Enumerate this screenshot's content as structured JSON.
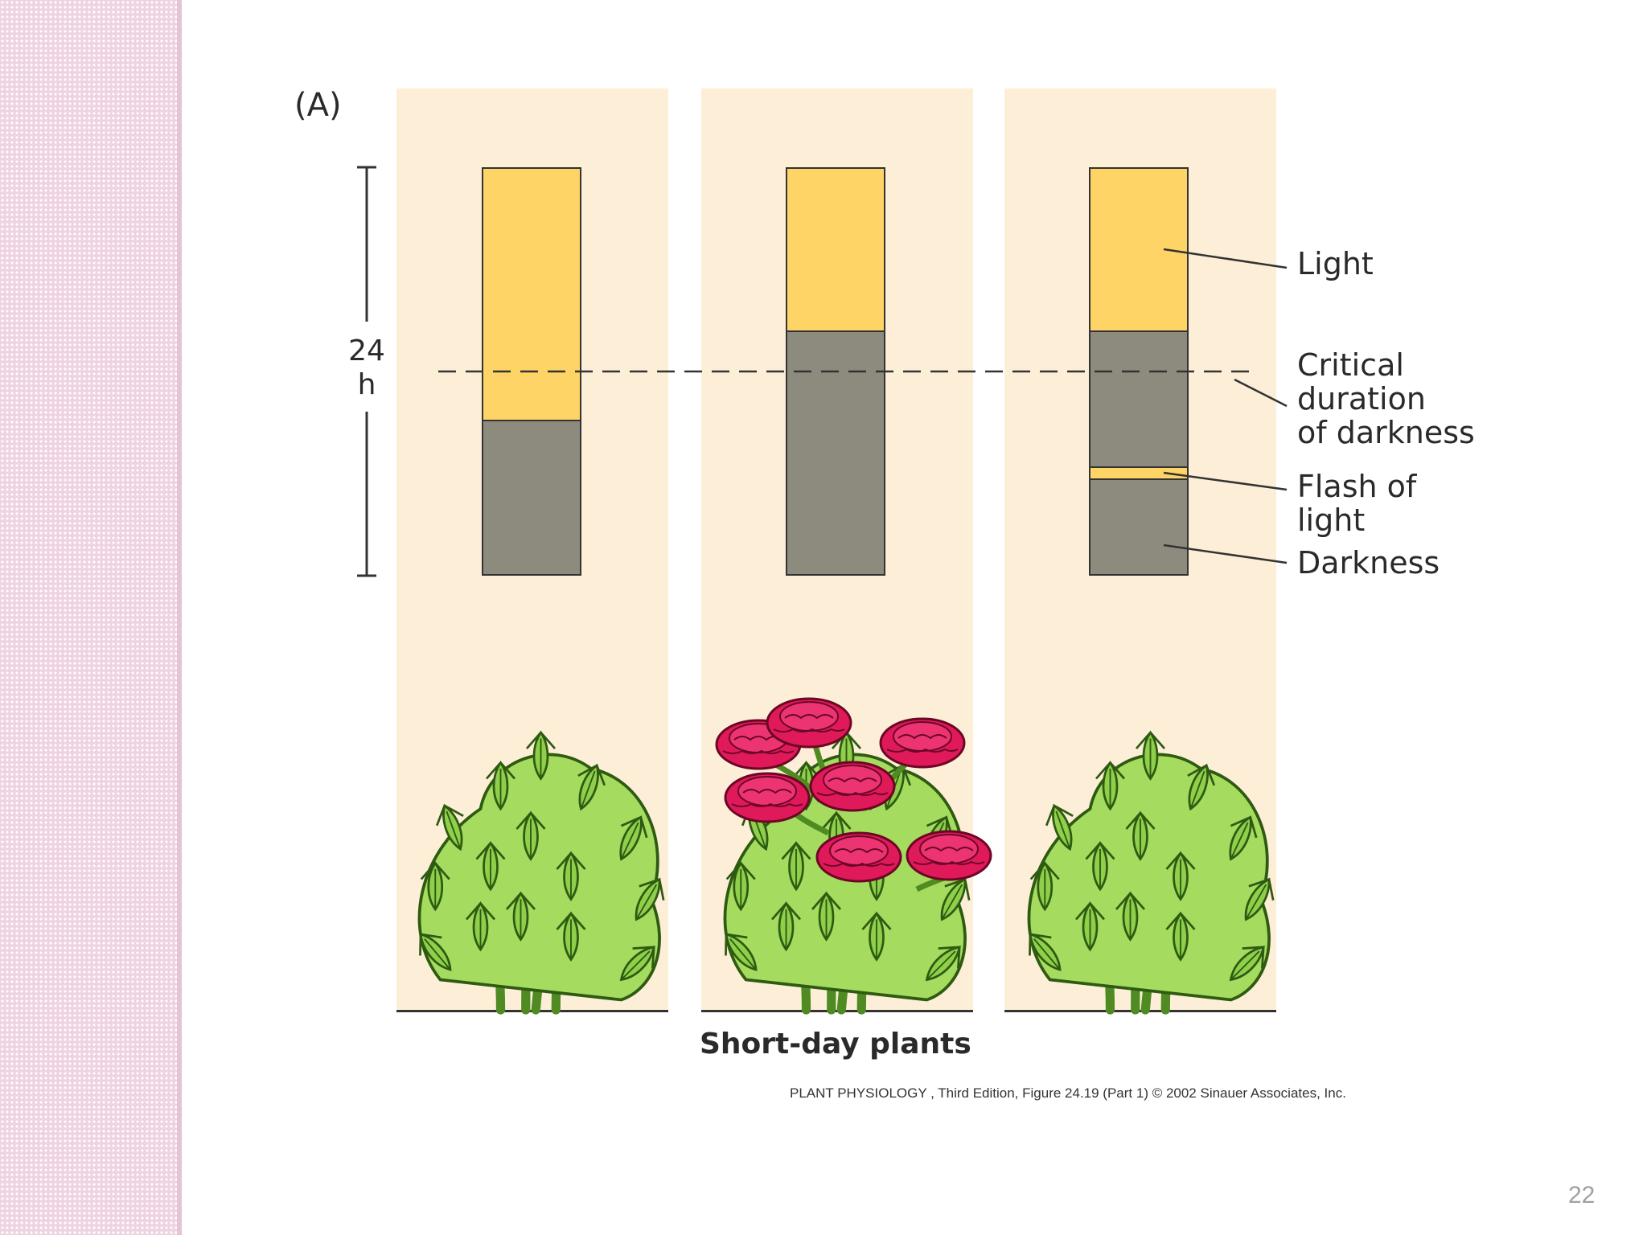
{
  "figure": {
    "panel_letter": "(A)",
    "hours_value": "24",
    "hours_unit": "h",
    "legend": {
      "light": "Light",
      "critical_line1": "Critical",
      "critical_line2": "duration",
      "critical_line3": "of darkness",
      "flash_line1": "Flash of",
      "flash_line2": "light",
      "darkness": "Darkness"
    },
    "caption": "Short-day plants",
    "credit": "PLANT PHYSIOLOGY , Third Edition, Figure 24.19 (Part 1)   © 2002 Sinauer Associates, Inc."
  },
  "slide_number": "22",
  "colors": {
    "light": "#ffd466",
    "darkness": "#8d8b7e",
    "panel_background": "#fdefd7",
    "flower": "#e0195a",
    "leaf": "#8fcf4a"
  },
  "icons": [
    "vegetative-plant-icon",
    "flowering-plant-icon",
    "vegetative-plant-icon"
  ]
}
